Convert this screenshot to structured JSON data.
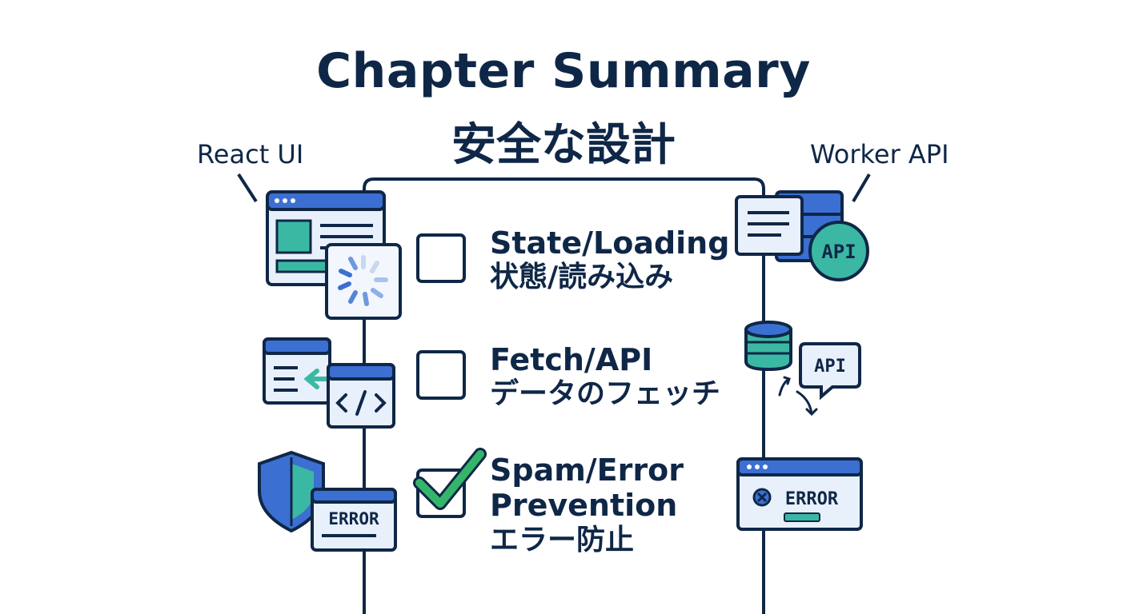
{
  "header": {
    "title": "Chapter Summary",
    "subtitle": "安全な設計"
  },
  "sides": {
    "left_label": "React UI",
    "right_label": "Worker API"
  },
  "items": [
    {
      "en": "State/Loading",
      "jp": "状態/読み込み",
      "checked": false
    },
    {
      "en": "Fetch/API",
      "jp": "データのフェッチ",
      "checked": false
    },
    {
      "en": "Spam/Error",
      "en2": "Prevention",
      "jp": "エラー防止",
      "checked": true
    }
  ],
  "icons": {
    "left": [
      "browser-window-icon",
      "loading-spinner-icon",
      "code-window-icon",
      "shield-icon",
      "error-window-icon"
    ],
    "right": [
      "server-document-icon",
      "api-badge-icon",
      "database-icon",
      "api-speech-bubble-icon",
      "error-window-icon"
    ],
    "left_error_text": "ERROR",
    "right_error_text": "ERROR",
    "api_badge_text": "API",
    "api_bubble_text": "API"
  },
  "colors": {
    "navy": "#0f2747",
    "blue": "#3b6fd1",
    "light_blue": "#e4eefb",
    "teal": "#3bb8a3",
    "green": "#35b56a"
  }
}
